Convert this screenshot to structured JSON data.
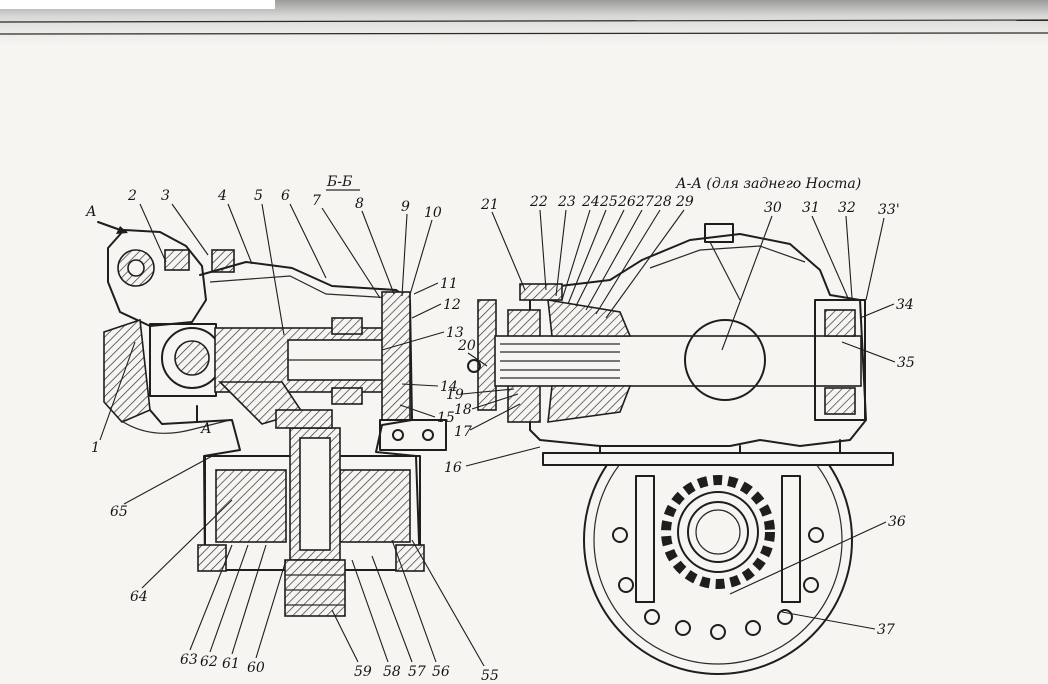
{
  "sections": {
    "bb": "Б-Б",
    "aa": "А-А (для заднего Носта)"
  },
  "view_marks": {
    "top": "А",
    "bottom": "А"
  },
  "callouts": [
    "1",
    "2",
    "3",
    "4",
    "5",
    "6",
    "7",
    "8",
    "9",
    "10",
    "11",
    "12",
    "13",
    "14",
    "15",
    "16",
    "17",
    "18",
    "19",
    "20",
    "21",
    "22",
    "23",
    "24",
    "25",
    "26",
    "27",
    "28",
    "29",
    "30",
    "31",
    "32",
    "33'",
    "34",
    "35",
    "36",
    "37",
    "55",
    "56",
    "57",
    "58",
    "59",
    "60",
    "61",
    "62",
    "63",
    "64",
    "65"
  ]
}
